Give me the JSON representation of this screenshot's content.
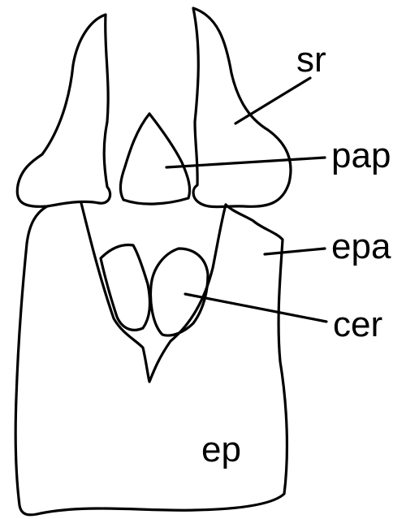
{
  "labels": {
    "sr": "sr",
    "pap": "pap",
    "epa": "epa",
    "cer": "cer",
    "ep": "ep"
  },
  "colors": {
    "line": "#000000",
    "background": "#ffffff"
  }
}
